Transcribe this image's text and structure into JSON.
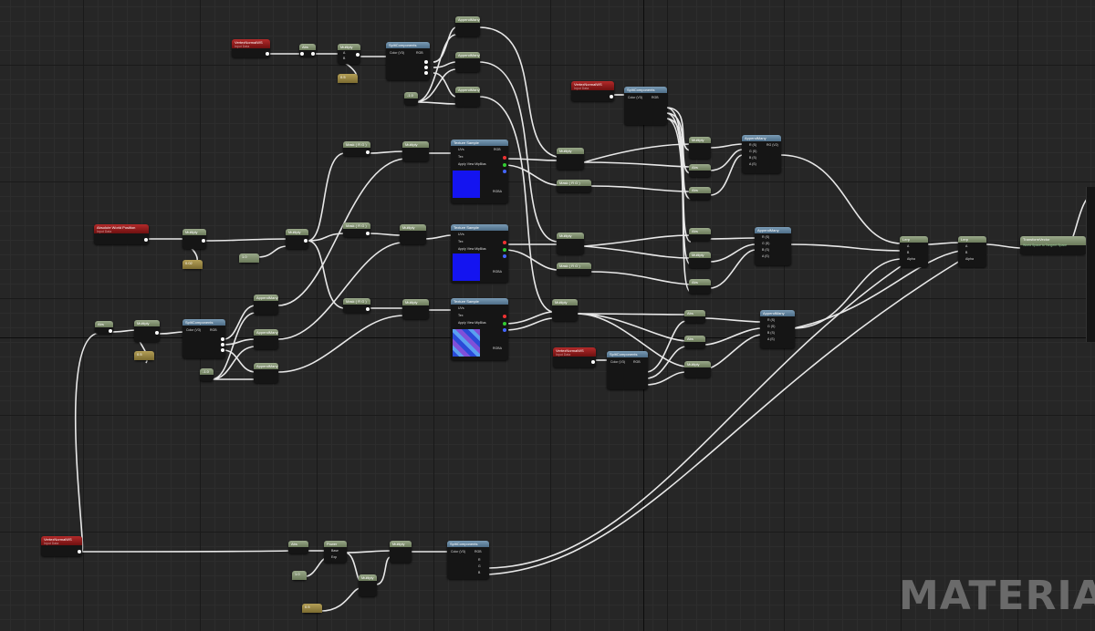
{
  "editor": {
    "watermark": "MATERIAL"
  },
  "colors": {
    "background": "#262626",
    "wire": "#e8e8e8",
    "node_body": "#151515",
    "header_math": "#7d8c6c",
    "header_texture": "#5a7d98",
    "header_constant": "#9c8a44",
    "header_input": "#8e1b1b"
  },
  "labels": {
    "vertex_normal_ws": "VertexNormalWS",
    "absolute_world_position": "Absolute World Position",
    "input_data": "Input Data",
    "split_components": "SplitComponents",
    "append_many": "AppendMany",
    "multiply": "Multiply",
    "texture_sample": "Texture Sample",
    "lerp": "Lerp",
    "abs": "Abs",
    "power": "Power",
    "transform_vector": "TransformVector",
    "transform_sub": "World Space to Tangent Space",
    "mask": "Mask ( R G )",
    "color_in": "Color (V3)",
    "rgb_out": "RGB",
    "uvs": "UVs",
    "tex": "Tex",
    "apply_mip": "Apply View MipBias",
    "rgba": "RGBA",
    "alpha": "Alpha",
    "base": "Base",
    "exp": "Exp",
    "pin_r": "R",
    "pin_g": "G",
    "pin_b": "B",
    "pin_a": "A",
    "pin_bb": "B",
    "in_r": "R (S)",
    "in_g": "G (S)",
    "in_b": "B (S)",
    "in_a": "A (S)",
    "in_rg": "RG (V2)"
  },
  "constants": {
    "scale": "0.02",
    "half": "0.5",
    "one": "1.0",
    "neg": "-1.0"
  }
}
